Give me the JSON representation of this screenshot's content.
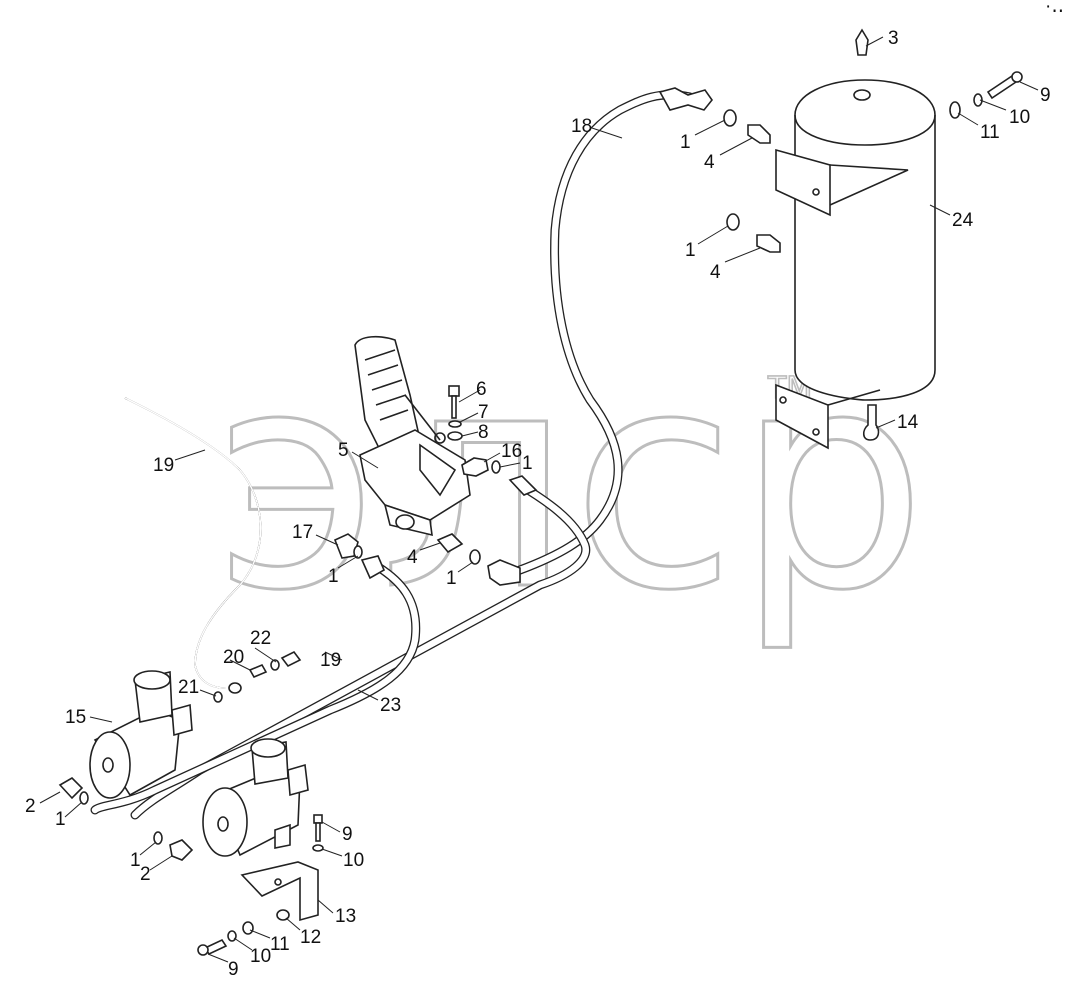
{
  "watermark": {
    "text": "элср",
    "tm": "TM"
  },
  "corner_mark": "·‥",
  "callouts": {
    "c1a": "1",
    "c1b": "1",
    "c1c": "1",
    "c1d": "1",
    "c1e": "1",
    "c1f": "1",
    "c1g": "1",
    "c2a": "2",
    "c2b": "2",
    "c3": "3",
    "c4a": "4",
    "c4b": "4",
    "c4c": "4",
    "c5": "5",
    "c6": "6",
    "c7": "7",
    "c8": "8",
    "c9a": "9",
    "c9b": "9",
    "c9c": "9",
    "c10a": "10",
    "c10b": "10",
    "c10c": "10",
    "c11a": "11",
    "c11b": "11",
    "c12": "12",
    "c13": "13",
    "c14": "14",
    "c15": "15",
    "c16": "16",
    "c17": "17",
    "c18": "18",
    "c19a": "19",
    "c19b": "19",
    "c20": "20",
    "c21": "21",
    "c22": "22",
    "c23": "23",
    "c24": "24"
  }
}
